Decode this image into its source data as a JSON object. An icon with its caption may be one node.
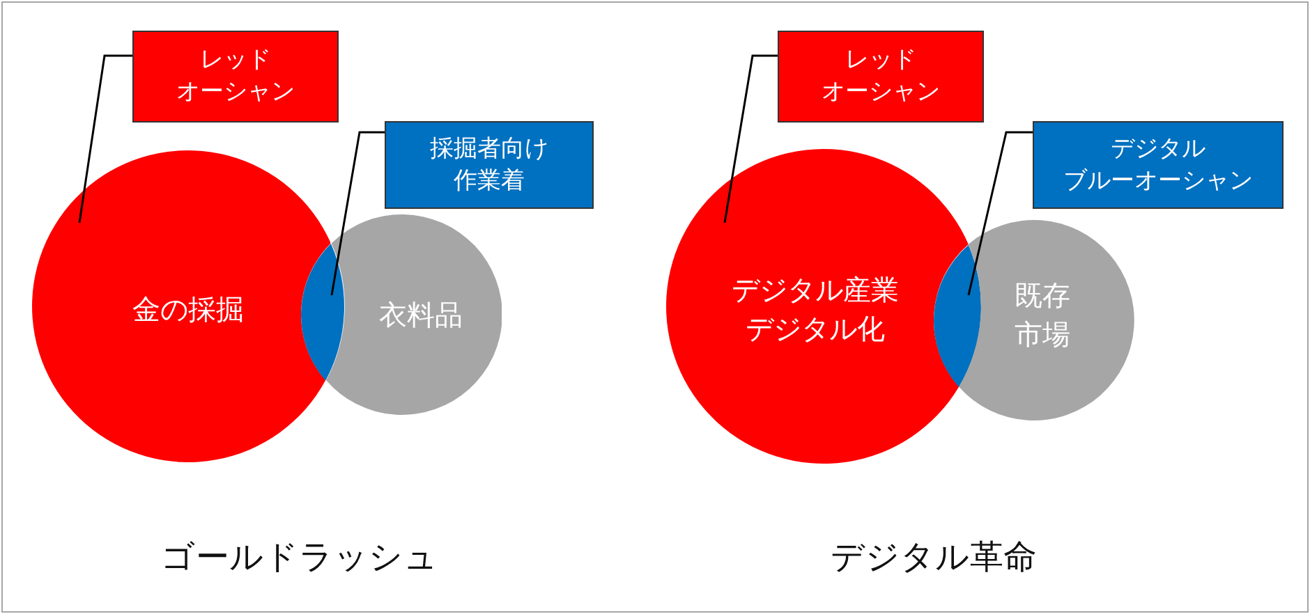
{
  "diagram": {
    "nodes": [
      {
        "text": [
          "レッドオーシャン"
        ]
      },
      {
        "text": [
          "採掘者向け作業着"
        ]
      },
      {
        "text": [
          "金の採掘"
        ]
      },
      {
        "text": [],
        "shape": "lens"
      },
      {
        "text": [
          "衣料品"
        ]
      },
      {
        "text": [
          "レッドオーシャン"
        ]
      },
      {
        "text": [
          "デジタルブルーオーシャン"
        ]
      },
      {
        "text": [
          "デジタル産業デジタル化"
        ]
      },
      {
        "text": [],
        "shape": "lens"
      },
      {
        "text": [
          "既存市場"
        ]
      }
    ],
    "edges": [
      {
        "from": 0,
        "to": 2,
        "arrow": "none"
      },
      {
        "from": 1,
        "to": 3,
        "arrow": "none"
      },
      {
        "from": 5,
        "to": 7,
        "arrow": "none"
      },
      {
        "from": 6,
        "to": 8,
        "arrow": "none"
      }
    ],
    "labels": [
      "ゴールドラッシュ",
      "デジタル革命"
    ]
  }
}
